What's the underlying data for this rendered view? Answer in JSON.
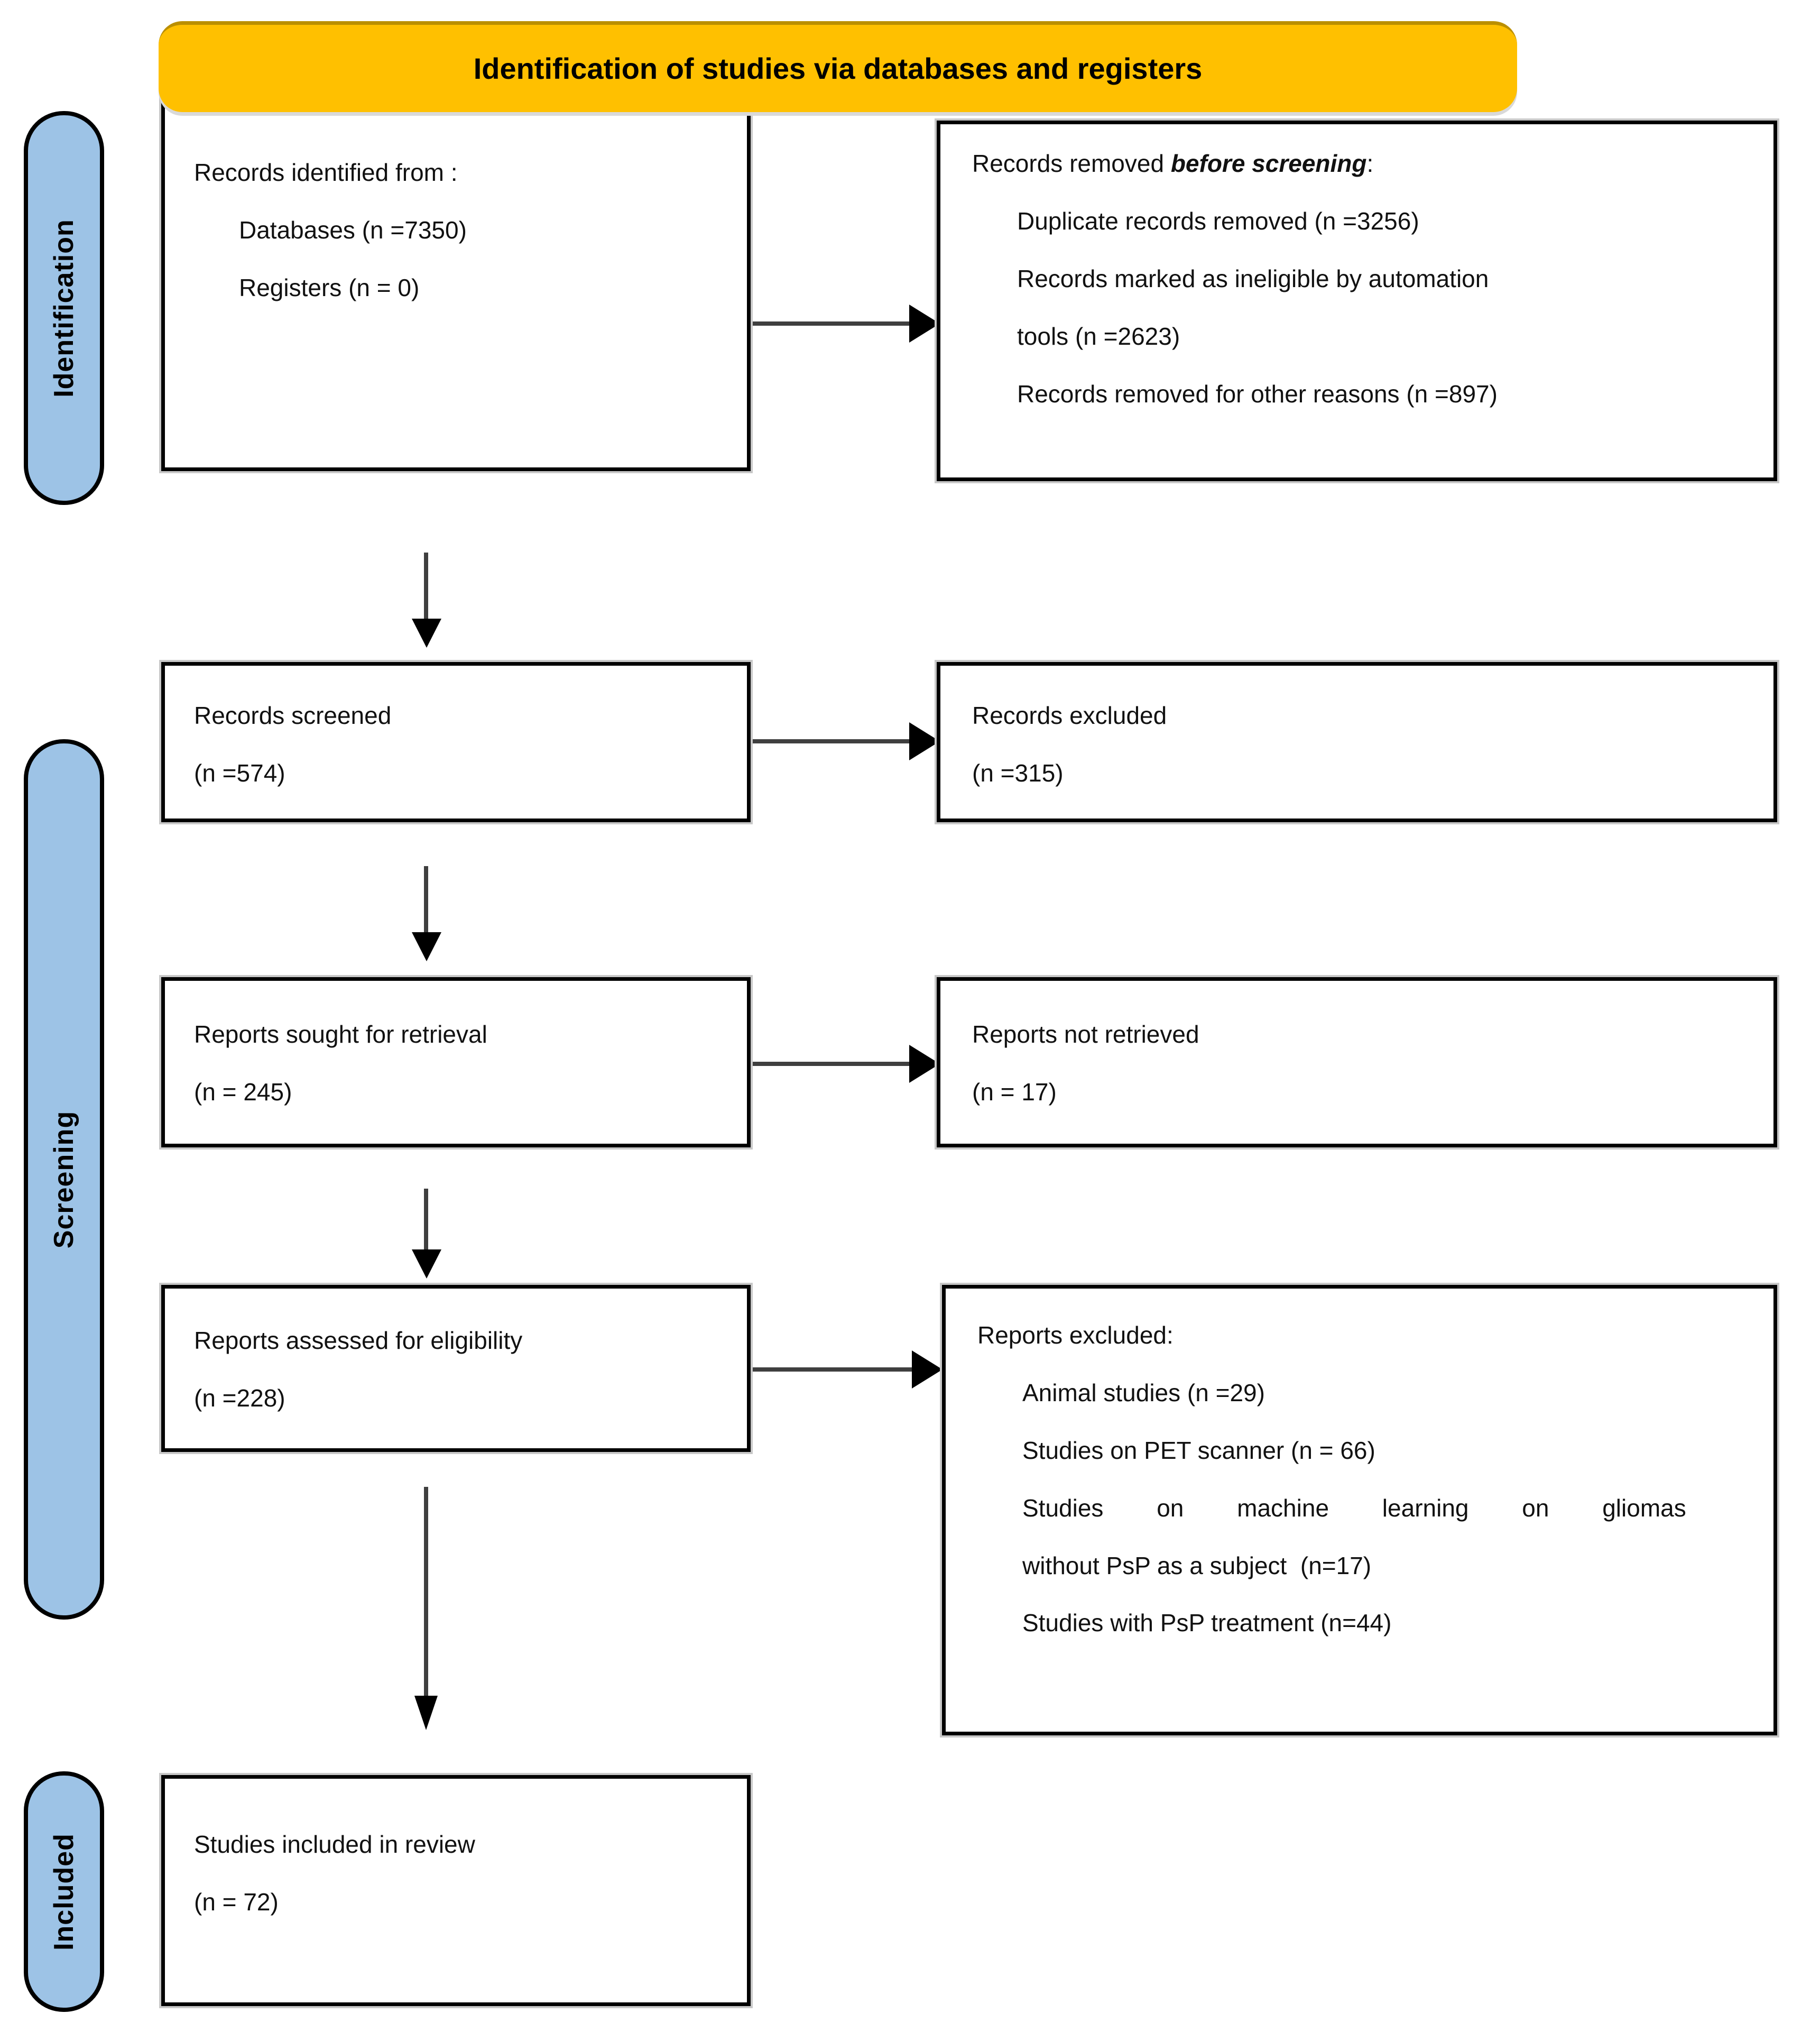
{
  "colors": {
    "banner_bg": "#FFC000",
    "stage_bg": "#9DC3E6",
    "box_bg": "#FFFFFF",
    "border": "#000000",
    "arrow_line": "#3F3F3F",
    "text": "#111111"
  },
  "banner": {
    "title": "Identification of studies via databases and registers"
  },
  "stages": {
    "identification": "Identification",
    "screening": "Screening",
    "included": "Included"
  },
  "boxes": {
    "records_identified": {
      "heading": "Records identified from :",
      "items": [
        "Databases (n =7350)",
        "Registers (n = 0)"
      ]
    },
    "records_removed": {
      "heading_prefix": "Records removed ",
      "heading_emphasis": "before screening",
      "heading_suffix": ":",
      "items": [
        "Duplicate records removed (n =3256)",
        "Records marked as ineligible by automation",
        "tools (n =2623)",
        "Records removed for other reasons (n =897)"
      ]
    },
    "records_screened": {
      "label": "Records screened",
      "count": "(n =574)"
    },
    "records_excluded": {
      "label": "Records excluded",
      "count": "(n =315)"
    },
    "reports_sought": {
      "label": "Reports sought for retrieval",
      "count": "(n = 245)"
    },
    "reports_not_retrieved": {
      "label": "Reports not retrieved",
      "count": "(n = 17)"
    },
    "reports_assessed": {
      "label": "Reports assessed for eligibility",
      "count": "(n =228)"
    },
    "reports_excluded": {
      "heading": "Reports excluded:",
      "items": [
        "Animal studies (n =29)",
        "Studies on PET scanner (n = 66)",
        "Studies on machine learning on gliomas",
        "without PsP as a subject  (n=17)",
        "Studies with PsP treatment (n=44)"
      ]
    },
    "studies_included": {
      "label": "Studies included in review",
      "count": "(n = 72)"
    }
  }
}
